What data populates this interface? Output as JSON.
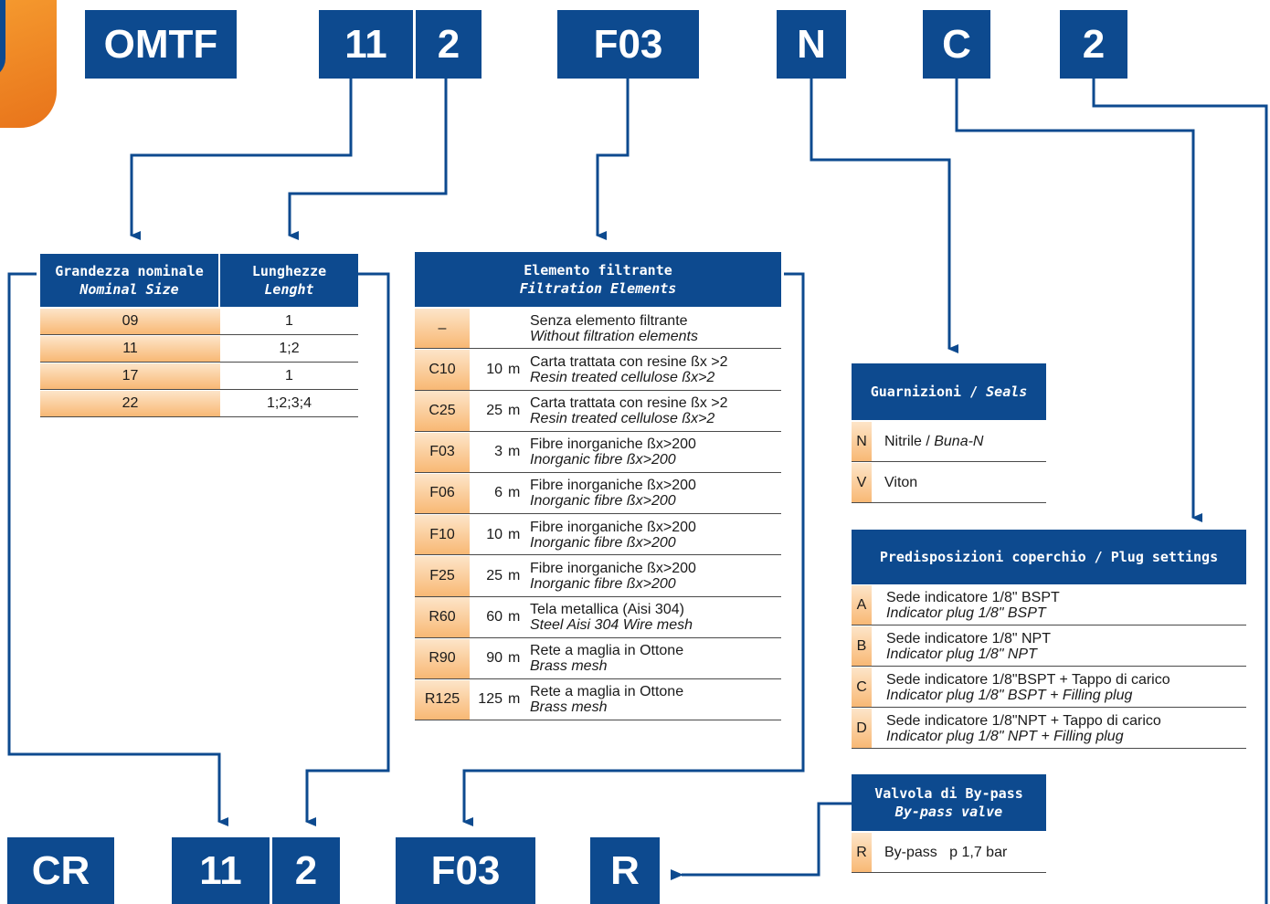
{
  "top_codes": {
    "series": "OMTF",
    "size": "11",
    "length": "2",
    "element": "F03",
    "seal": "N",
    "plug": "C",
    "last": "2"
  },
  "bottom_codes": {
    "series": "CR",
    "size": "11",
    "length": "2",
    "element": "F03",
    "bypass": "R"
  },
  "size_table": {
    "header_size_it": "Grandezza nominale",
    "header_size_en": "Nominal Size",
    "header_length_it": "Lunghezze",
    "header_length_en": "Lenght",
    "rows": [
      {
        "size": "09",
        "length": "1"
      },
      {
        "size": "11",
        "length": "1;2"
      },
      {
        "size": "17",
        "length": "1"
      },
      {
        "size": "22",
        "length": "1;2;3;4"
      }
    ]
  },
  "element_table": {
    "header_it": "Elemento filtrante",
    "header_en": "Filtration Elements",
    "rows": [
      {
        "code": "–",
        "micron": "",
        "unit": "",
        "it": "Senza elemento filtrante",
        "en": "Without filtration elements"
      },
      {
        "code": "C10",
        "micron": "10",
        "unit": "m",
        "it": "Carta trattata con resine ßx >2",
        "en": "Resin treated cellulose ßx>2"
      },
      {
        "code": "C25",
        "micron": "25",
        "unit": "m",
        "it": "Carta trattata con resine ßx >2",
        "en": "Resin treated cellulose ßx>2"
      },
      {
        "code": "F03",
        "micron": "3",
        "unit": "m",
        "it": "Fibre inorganiche ßx>200",
        "en": "Inorganic fibre ßx>200"
      },
      {
        "code": "F06",
        "micron": "6",
        "unit": "m",
        "it": "Fibre inorganiche ßx>200",
        "en": "Inorganic fibre ßx>200"
      },
      {
        "code": "F10",
        "micron": "10",
        "unit": "m",
        "it": "Fibre inorganiche ßx>200",
        "en": "Inorganic fibre ßx>200"
      },
      {
        "code": "F25",
        "micron": "25",
        "unit": "m",
        "it": "Fibre inorganiche ßx>200",
        "en": "Inorganic fibre ßx>200"
      },
      {
        "code": "R60",
        "micron": "60",
        "unit": "m",
        "it": "Tela metallica (Aisi 304)",
        "en": "Steel Aisi 304 Wire mesh"
      },
      {
        "code": "R90",
        "micron": "90",
        "unit": "m",
        "it": "Rete a maglia in Ottone",
        "en": "Brass mesh"
      },
      {
        "code": "R125",
        "micron": "125",
        "unit": "m",
        "it": "Rete a maglia in Ottone",
        "en": "Brass mesh"
      }
    ]
  },
  "seals_table": {
    "header_it": "Guarnizioni",
    "header_en": "Seals",
    "rows": [
      {
        "code": "N",
        "it": "Nitrile / ",
        "en": "Buna-N"
      },
      {
        "code": "V",
        "it": "Viton",
        "en": ""
      }
    ]
  },
  "plug_table": {
    "header": "Predisposizioni coperchio / Plug settings",
    "rows": [
      {
        "code": "A",
        "it": "Sede indicatore 1/8\" BSPT",
        "en": "Indicator plug  1/8\" BSPT"
      },
      {
        "code": "B",
        "it": "Sede indicatore 1/8\" NPT",
        "en": "Indicator plug  1/8\" NPT"
      },
      {
        "code": "C",
        "it": "Sede indicatore 1/8\"BSPT + Tappo di carico",
        "en": "Indicator plug  1/8\" BSPT + Filling plug"
      },
      {
        "code": "D",
        "it": "Sede indicatore 1/8\"NPT + Tappo di carico",
        "en": "Indicator plug  1/8\" NPT + Filling plug"
      }
    ]
  },
  "bypass_table": {
    "header_it": "Valvola di By-pass",
    "header_en": "By-pass valve",
    "rows": [
      {
        "code": "R",
        "text": "By-pass   p 1,7 bar"
      }
    ]
  },
  "colors": {
    "accent": "#0d4a8f",
    "highlight": "#f8b874",
    "logo": "#f39a2d"
  }
}
